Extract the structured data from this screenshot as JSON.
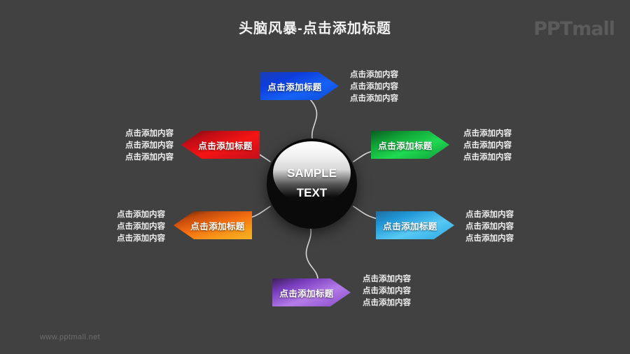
{
  "header": {
    "title": "头脑风暴-点击添加标题",
    "logo": "PPTmall"
  },
  "footer": {
    "url": "www.pptmall.net"
  },
  "center": {
    "line1": "SAMPLE",
    "line2": "TEXT"
  },
  "nodes": [
    {
      "id": "blue",
      "label": "点击添加标题",
      "color": "#1662f6",
      "direction": "right",
      "body": [
        "点击添加内容",
        "点击添加内容",
        "点击添加内容"
      ]
    },
    {
      "id": "red",
      "label": "点击添加标题",
      "color": "#f51414",
      "direction": "left",
      "body": [
        "点击添加内容",
        "点击添加内容",
        "点击添加内容"
      ]
    },
    {
      "id": "green",
      "label": "点击添加标题",
      "color": "#1fd951",
      "direction": "right",
      "body": [
        "点击添加内容",
        "点击添加内容",
        "点击添加内容"
      ]
    },
    {
      "id": "orange",
      "label": "点击添加标题",
      "color": "#f36b10",
      "direction": "left",
      "body": [
        "点击添加内容",
        "点击添加内容",
        "点击添加内容"
      ]
    },
    {
      "id": "cyan",
      "label": "点击添加标题",
      "color": "#57c9f4",
      "direction": "right",
      "body": [
        "点击添加内容",
        "点击添加内容",
        "点击添加内容"
      ]
    },
    {
      "id": "purple",
      "label": "点击添加标题",
      "color": "#b57ce8",
      "direction": "right",
      "body": [
        "点击添加内容",
        "点击添加内容",
        "点击添加内容"
      ]
    }
  ],
  "theme": {
    "background": "#414141",
    "title_color": "#f2f2f2",
    "body_color": "#ededed",
    "connector_color": "#d7d7d7"
  }
}
